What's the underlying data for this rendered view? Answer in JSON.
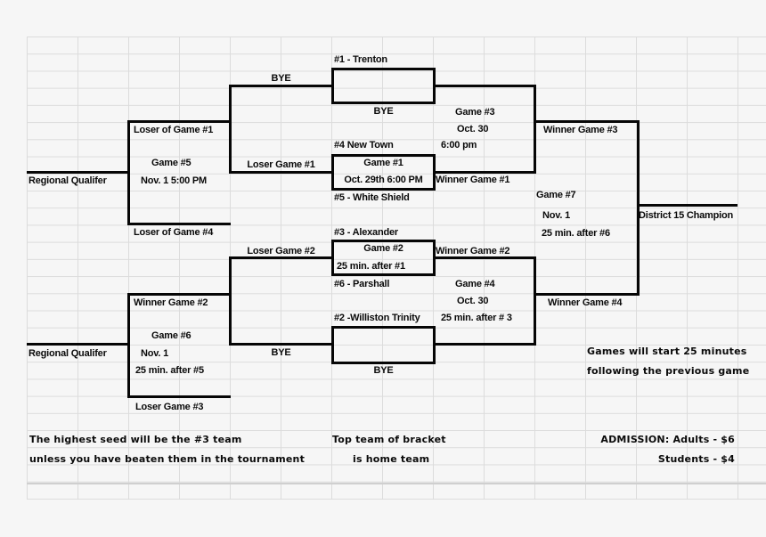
{
  "colors": {
    "background": "#f6f6f6",
    "gridline": "#dcdcdc",
    "bracket_line": "#060606",
    "text": "#0a0a0a"
  },
  "teams": {
    "seed1": "#1 - Trenton",
    "seed2": "#2 -Williston Trinity",
    "seed3": "#3 - Alexander",
    "seed4": "#4  New Town",
    "seed5": "#5 - White Shield",
    "seed6": "#6 - Parshall"
  },
  "games": {
    "game1": {
      "title": "Game #1",
      "time": "Oct. 29th  6:00 PM"
    },
    "game2": {
      "title": "Game #2",
      "time": "25 min. after #1"
    },
    "game3": {
      "title": "Game #3",
      "date": "Oct. 30",
      "time": "6:00 pm"
    },
    "game4": {
      "title": "Game #4",
      "date": "Oct. 30",
      "time": "25 min. after # 3"
    },
    "game5": {
      "title": "Game #5",
      "time": "Nov. 1  5:00 PM"
    },
    "game6": {
      "title": "Game #6",
      "date": "Nov. 1",
      "time": "25 min. after #5"
    },
    "game7": {
      "title": "Game #7",
      "date": "Nov. 1",
      "time": "25 min. after #6"
    }
  },
  "slots": {
    "bye": "BYE",
    "loser_game1": "Loser Game #1",
    "winner_game1": "Winner Game #1",
    "loser_game2": "Loser Game #2",
    "winner_game2": "Winner Game #2",
    "winner_game3": "Winner Game #3",
    "winner_game4": "Winner Game #4",
    "loser_of_game1": "Loser of Game #1",
    "loser_of_game4": "Loser of Game #4",
    "winner_game2_left": "Winner Game #2",
    "loser_game3": "Loser Game #3",
    "regional_qualifier": "Regional Qualifer",
    "champion": "District 15 Champion"
  },
  "notes": {
    "start_rule_line1": "Games will start 25 minutes",
    "start_rule_line2": "following the previous game",
    "seed_rule_line1": "The highest seed will be the #3 team",
    "seed_rule_line2": "unless you have beaten them in the tournament",
    "home_rule_line1": "Top team of bracket",
    "home_rule_line2": "is home team",
    "admission_line1": "ADMISSION:  Adults - $6",
    "admission_line2": "Students - $4"
  }
}
